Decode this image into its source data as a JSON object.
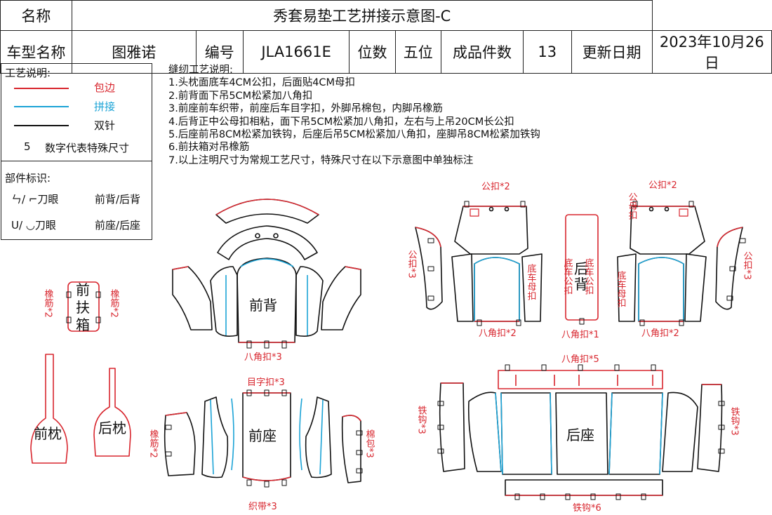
{
  "header": {
    "name_label": "名称",
    "title": "秀套易垫工艺拼接示意图-C",
    "model_label": "车型名称",
    "model_value": "图雅诺",
    "code_label": "编号",
    "code_value": "JLA1661E",
    "seats_label": "位数",
    "seats_value": "五位",
    "pieces_label": "成品件数",
    "pieces_value": "13",
    "updated_label": "更新日期",
    "updated_value": "2023年10月26日"
  },
  "legend": {
    "title": "工艺说明:",
    "items": [
      {
        "label": "包边",
        "color": "#d8262e"
      },
      {
        "label": "拼接",
        "color": "#1ba3d6"
      },
      {
        "label": "双针",
        "color": "#111111"
      }
    ],
    "digit_symbol": "5",
    "digit_note": "数字代表特殊尺寸",
    "parts_title": "部件标识:",
    "parts_row1_symbol": "ㄣ/ ⌐刀眼",
    "parts_row1_meaning": "前背/后背",
    "parts_row2_symbol": "U/ ◡刀眼",
    "parts_row2_meaning": "前座/后座"
  },
  "notes": {
    "title": "缝纫工艺说明:",
    "lines": [
      "1.头枕面底车4CM公扣，后面贴4CM母扣",
      "2.前背面下吊5CM松紧加八角扣",
      "3.前座前车织带，前座后车目字扣，外脚吊棉包，内脚吊橡筋",
      "4.后背正中公母扣相粘，面下吊5CM松紧加八角扣，左右与上吊20CM长公扣",
      "5.后座前吊8CM松紧加铁钩，后座后吊5CM松紧加八角扣，座脚吊8CM松紧加铁钩",
      "6.前扶箱对吊橡筋",
      "7.以上注明尺寸为常规工艺尺寸，特殊尺寸在以下示意图中单独标注"
    ]
  },
  "parts": {
    "front_back": "前背",
    "armrest_char1": "前",
    "armrest_char2": "扶",
    "armrest_char3": "箱",
    "front_headrest": "前枕",
    "rear_headrest": "后枕",
    "front_seat": "前座",
    "rear_back_char1": "后",
    "rear_back_char2": "背",
    "rear_seat": "后座"
  },
  "annotations": {
    "armrest_left": "橡筋*2",
    "armrest_right": "橡筋*2",
    "front_back_bottom": "八角扣*3",
    "front_seat_top": "目字扣*3",
    "front_seat_left": "橡筋*2",
    "front_seat_right": "棉包*3",
    "front_seat_bottom": "织带*3",
    "rear_back_left_top": "公扣*2",
    "rear_back_right_top": "公扣*2",
    "rear_back_left_side": "公扣*3",
    "rear_back_right_side": "公扣*3",
    "rear_back_inner_left": "底车母扣",
    "rear_back_inner_right": "底车母扣",
    "rear_back_center_left": "底车公扣",
    "rear_back_center_right": "底车公扣",
    "rear_back_headrest_note": "公母扣",
    "rear_back_bottom_left": "八角扣*2",
    "rear_back_bottom_center": "八角扣*1",
    "rear_back_bottom_right": "八角扣*2",
    "rear_seat_top": "八角扣*5",
    "rear_seat_left": "铁钩*3",
    "rear_seat_right": "铁钩*3",
    "rear_seat_bottom": "铁钩*6"
  },
  "colors": {
    "edge_binding": "#d8262e",
    "splice": "#1ba3d6",
    "double_stitch": "#111111"
  }
}
